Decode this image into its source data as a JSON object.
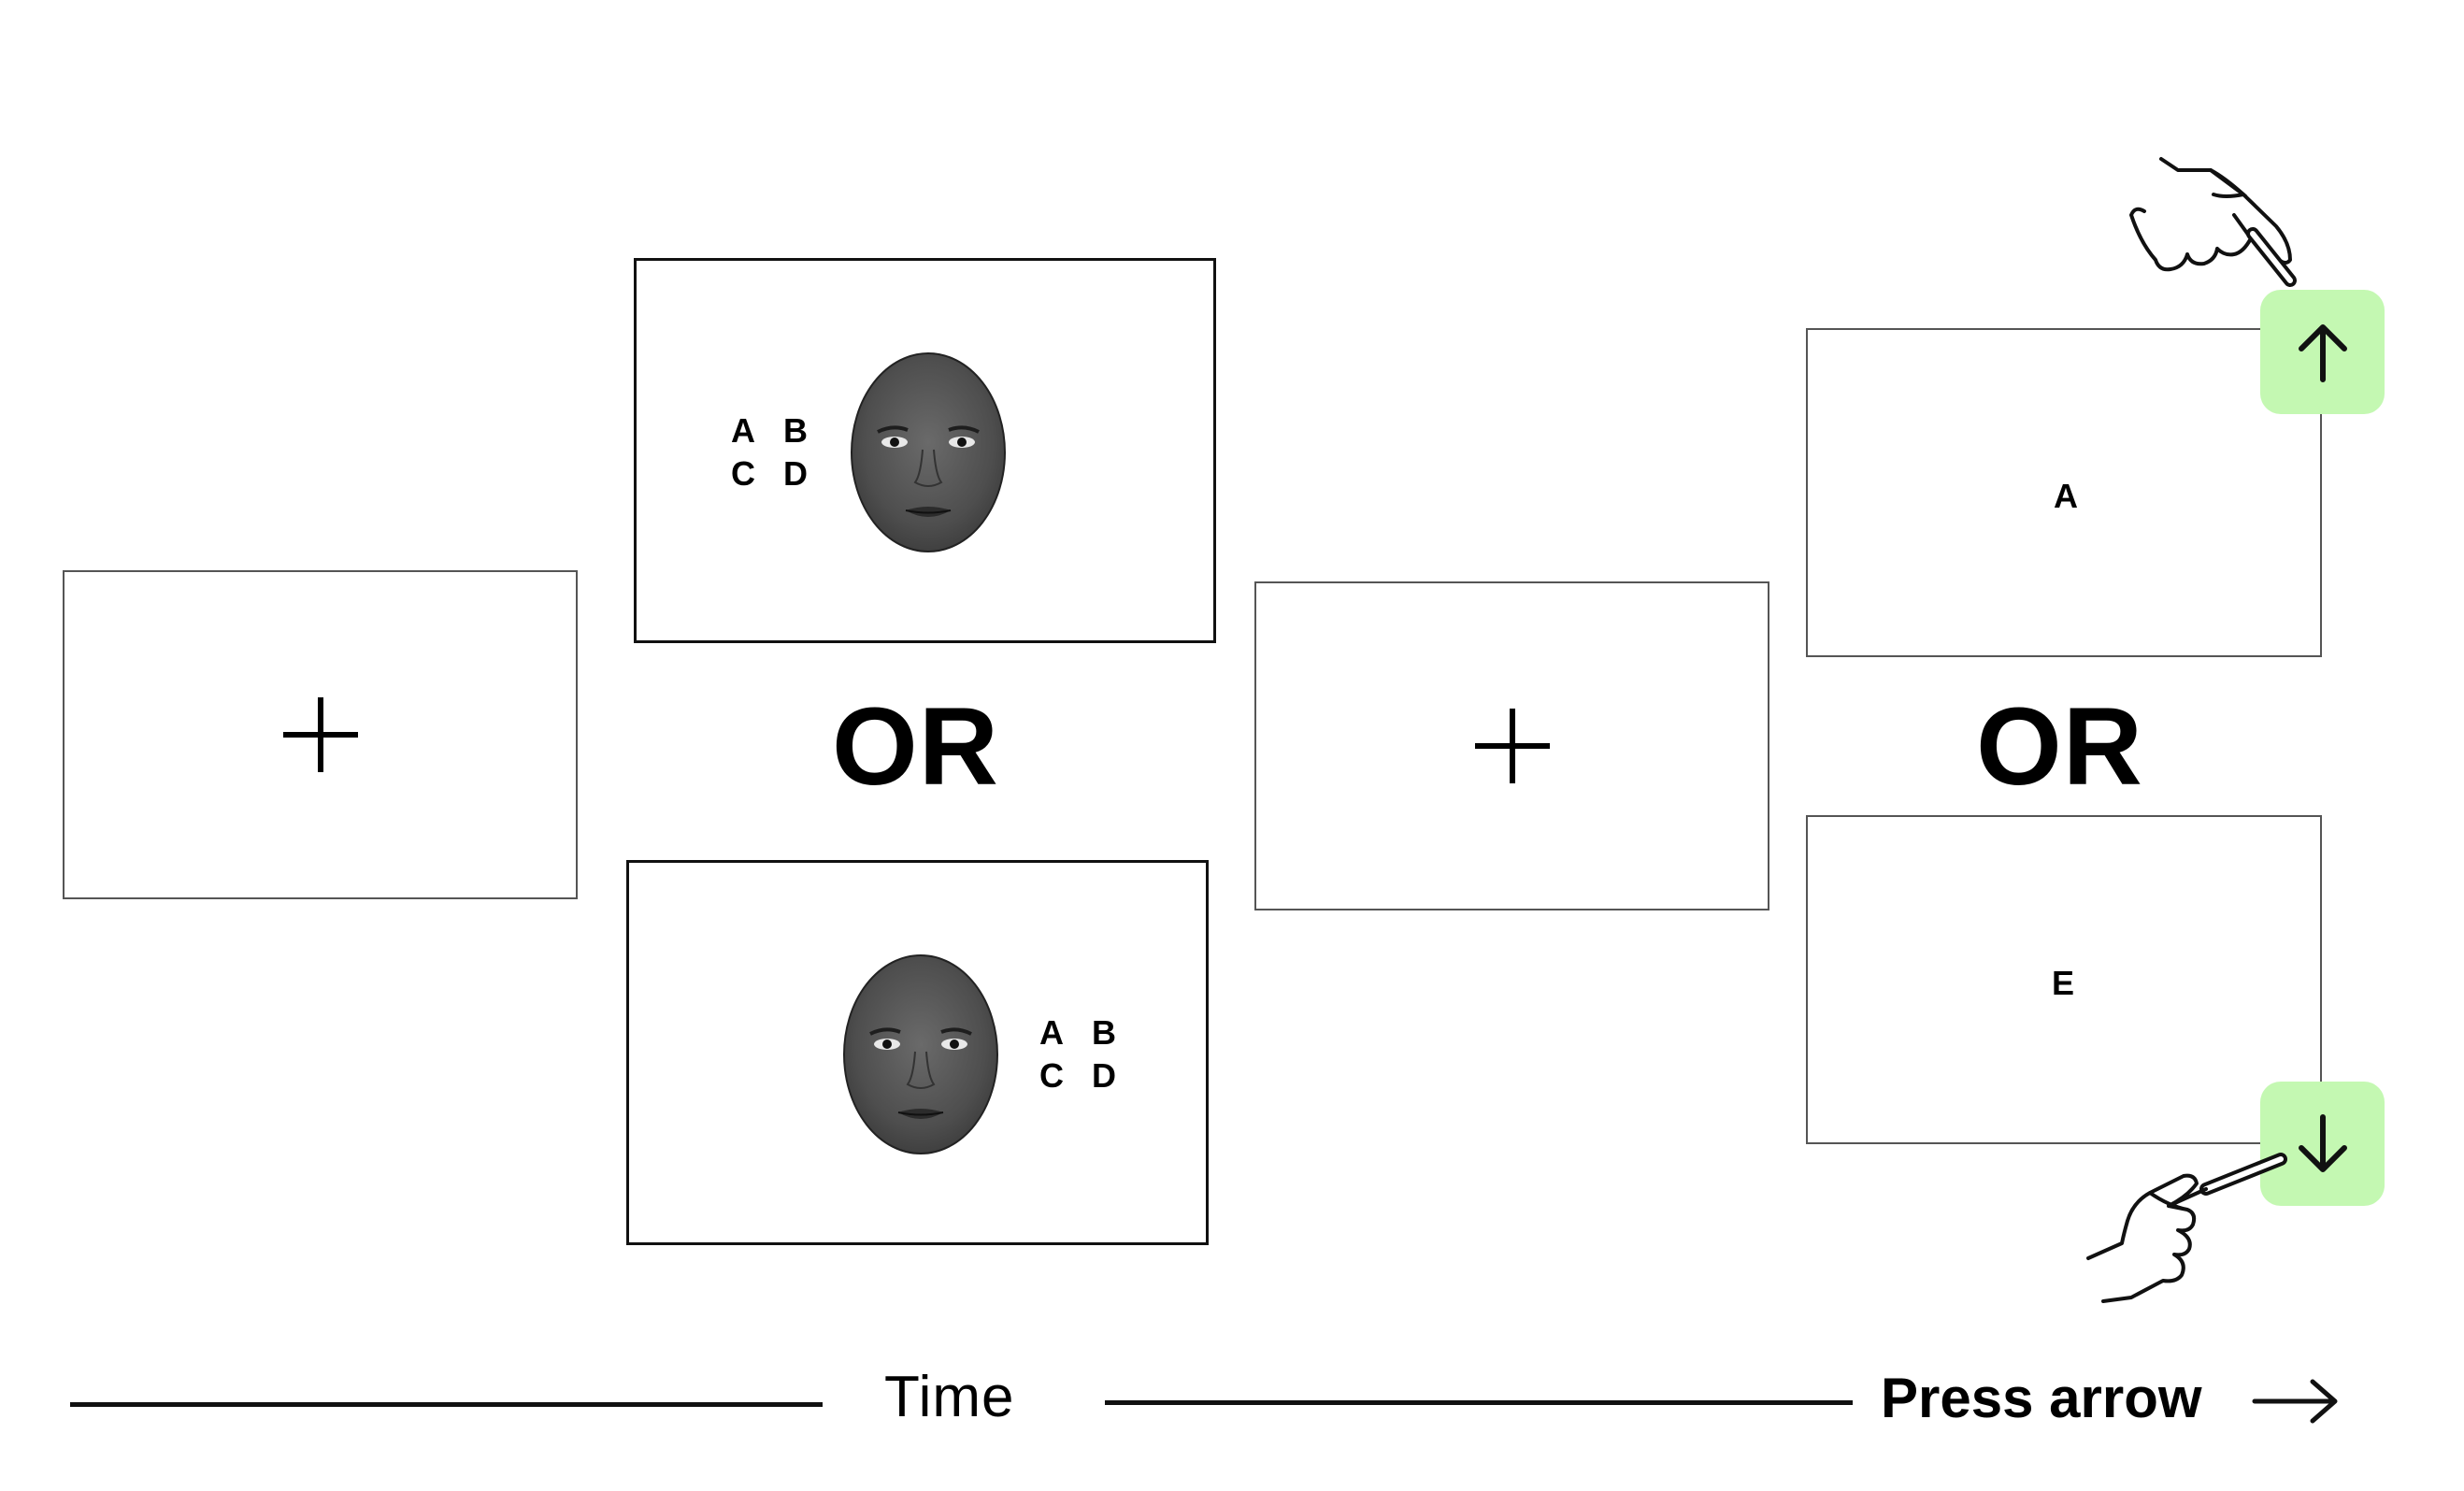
{
  "stage1": {
    "fixation": "+"
  },
  "stage2": {
    "or_label": "OR",
    "top_option": {
      "letters": [
        "A",
        "B",
        "C",
        "D"
      ],
      "letters_side": "left",
      "face_icon": "face-icon"
    },
    "bottom_option": {
      "letters": [
        "A",
        "B",
        "C",
        "D"
      ],
      "letters_side": "right",
      "face_icon": "face-icon"
    }
  },
  "stage3": {
    "fixation": "+"
  },
  "stage4": {
    "or_label": "OR",
    "top_option": {
      "letter": "A",
      "key_icon": "arrow-up-icon"
    },
    "bottom_option": {
      "letter": "E",
      "key_icon": "arrow-down-icon"
    },
    "key_color": "#c4f8b2"
  },
  "timeline": {
    "time_label": "Time",
    "press_label": "Press arrow",
    "arrow_icon": "arrow-right-icon"
  }
}
